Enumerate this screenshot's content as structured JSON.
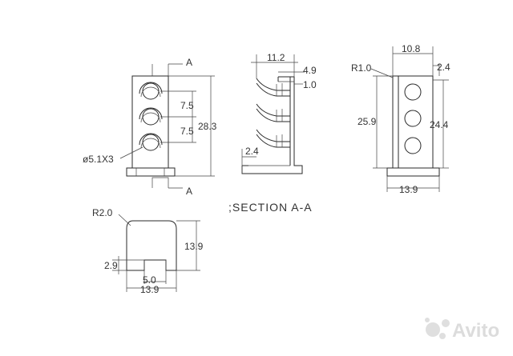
{
  "front_view": {
    "section_mark_top": "A",
    "section_mark_bottom": "A",
    "dim_pitch_1": "7.5",
    "dim_pitch_2": "7.5",
    "dim_height": "28.3",
    "dim_hole": "ø5.1X3"
  },
  "section_view": {
    "dim_depth": "11.2",
    "dim_offset": "4.9",
    "dim_wall": "1.0",
    "dim_base": "2.4",
    "caption": ";SECTION A-A"
  },
  "rear_view": {
    "dim_radius": "R1.0",
    "dim_top_width": "10.8",
    "dim_top_offset": "2.4",
    "dim_left_height": "25.9",
    "dim_right_height": "24.4",
    "dim_base_width": "13.9"
  },
  "bottom_view": {
    "dim_radius": "R2.0",
    "dim_height": "13.9",
    "dim_tab_height": "2.9",
    "dim_tab_width": "5.0",
    "dim_width": "13.9"
  },
  "watermark": {
    "text": "Avito"
  }
}
